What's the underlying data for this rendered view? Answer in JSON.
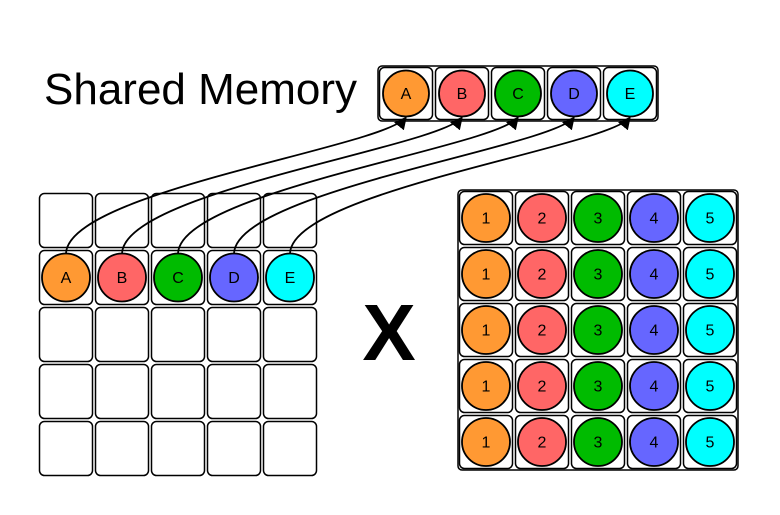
{
  "title": "Shared Memory",
  "operator": "X",
  "colors": {
    "orange": "#ff9933",
    "red": "#ff6666",
    "green": "#00bb00",
    "blue": "#6666ff",
    "cyan": "#00ffff"
  },
  "shared_memory": {
    "items": [
      {
        "label": "A",
        "color": "#ff9933"
      },
      {
        "label": "B",
        "color": "#ff6666"
      },
      {
        "label": "C",
        "color": "#00bb00"
      },
      {
        "label": "D",
        "color": "#6666ff"
      },
      {
        "label": "E",
        "color": "#00ffff"
      }
    ]
  },
  "left_matrix": {
    "rows": 5,
    "cols": 5,
    "highlight_row": 1,
    "row_items": [
      {
        "label": "A",
        "color": "#ff9933"
      },
      {
        "label": "B",
        "color": "#ff6666"
      },
      {
        "label": "C",
        "color": "#00bb00"
      },
      {
        "label": "D",
        "color": "#6666ff"
      },
      {
        "label": "E",
        "color": "#00ffff"
      }
    ]
  },
  "right_matrix": {
    "rows": 5,
    "cols": 5,
    "col_items": [
      {
        "label": "1",
        "color": "#ff9933"
      },
      {
        "label": "2",
        "color": "#ff6666"
      },
      {
        "label": "3",
        "color": "#00bb00"
      },
      {
        "label": "4",
        "color": "#6666ff"
      },
      {
        "label": "5",
        "color": "#00ffff"
      }
    ]
  }
}
